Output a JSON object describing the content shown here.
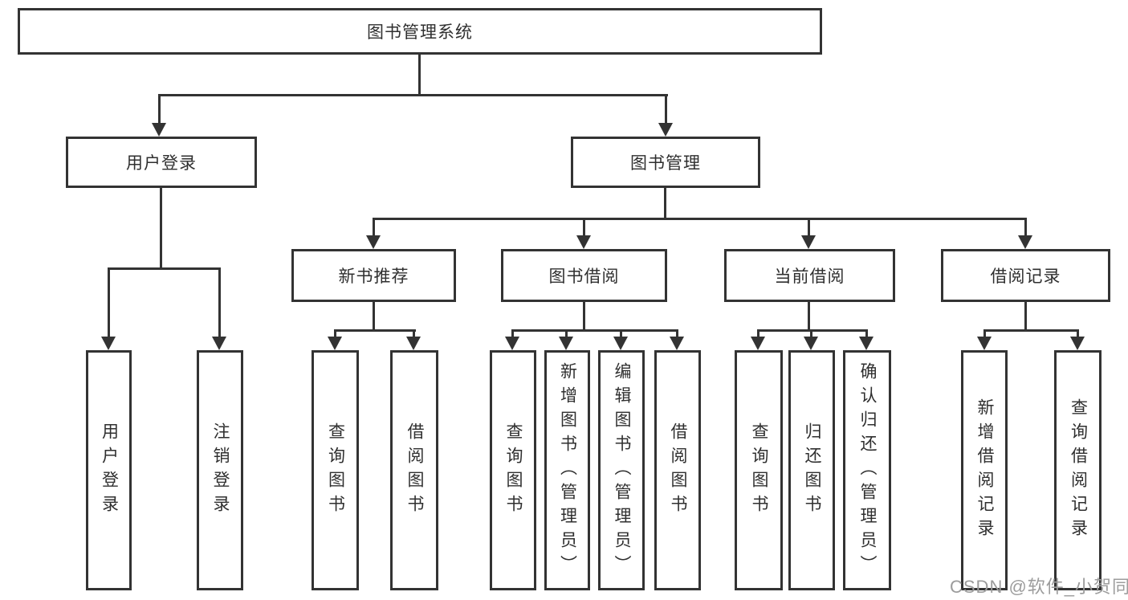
{
  "colors": {
    "line": "#333333",
    "background": "#ffffff",
    "watermark_gray": "#9c9c9c"
  },
  "tree": {
    "root": {
      "label": "图书管理系统",
      "children": [
        {
          "label": "用户登录",
          "children": [
            {
              "label": "用户登录"
            },
            {
              "label": "注销登录"
            }
          ]
        },
        {
          "label": "图书管理",
          "children": [
            {
              "label": "新书推荐",
              "children": [
                {
                  "label": "查询图书"
                },
                {
                  "label": "借阅图书"
                }
              ]
            },
            {
              "label": "图书借阅",
              "children": [
                {
                  "label": "查询图书"
                },
                {
                  "label": "新增图书（管理员）"
                },
                {
                  "label": "编辑图书（管理员）"
                },
                {
                  "label": "借阅图书"
                }
              ]
            },
            {
              "label": "当前借阅",
              "children": [
                {
                  "label": "查询图书"
                },
                {
                  "label": "归还图书"
                },
                {
                  "label": "确认归还（管理员）"
                }
              ]
            },
            {
              "label": "借阅记录",
              "children": [
                {
                  "label": "新增借阅记录"
                },
                {
                  "label": "查询借阅记录"
                }
              ]
            }
          ]
        }
      ]
    }
  },
  "watermark": {
    "text": "CSDN @软件_小贺同学"
  }
}
